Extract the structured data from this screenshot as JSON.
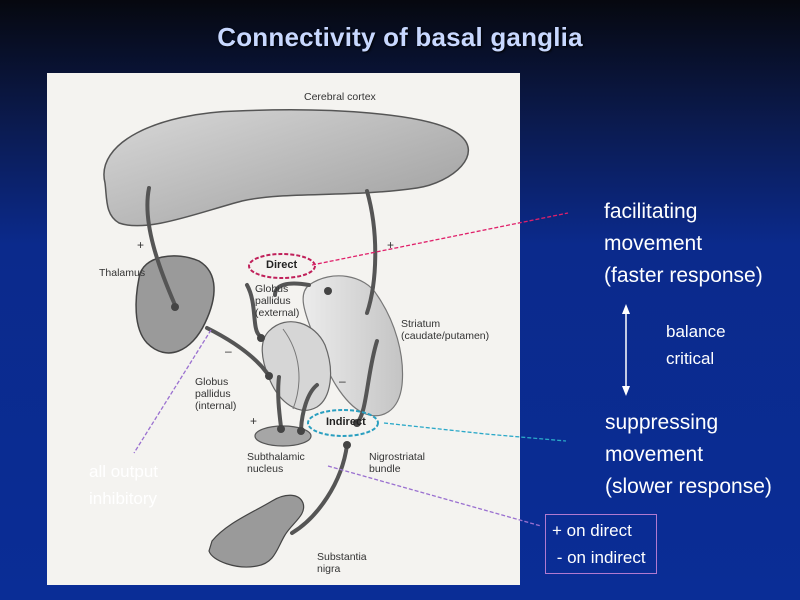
{
  "title": "Connectivity of basal ganglia",
  "figure": {
    "labels": {
      "cerebral_cortex": "Cerebral cortex",
      "thalamus": "Thalamus",
      "globus_pallidus_external": [
        "Globus",
        "pallidus",
        "(external)"
      ],
      "striatum": [
        "Striatum",
        "(caudate/putamen)"
      ],
      "globus_pallidus_internal": [
        "Globus",
        "pallidus",
        "(internal)"
      ],
      "subthalamic_nucleus": [
        "Subthalamic",
        "nucleus"
      ],
      "nigrostriatal_bundle": [
        "Nigrostriatal",
        "bundle"
      ],
      "substantia_nigra": [
        "Substantia",
        "nigra"
      ]
    },
    "signs": {
      "thalamus_plus": "+",
      "cortex_plus": "+",
      "gpi_minus": "–",
      "gpe_minus": "–",
      "stn_plus": "+"
    },
    "direct_label": "Direct",
    "indirect_label": "Indirect"
  },
  "annotations": {
    "facilitating": [
      "facilitating",
      "movement",
      "(faster response)"
    ],
    "balance": [
      "balance",
      "critical"
    ],
    "suppressing": [
      "suppressing",
      "movement",
      "(slower response)"
    ],
    "all_output": [
      "all output",
      "inhibitory"
    ],
    "on_direct": "+ on direct",
    "on_indirect": " - on indirect"
  },
  "colors": {
    "direct_line": "#e0206a",
    "indirect_line": "#2aa8c8",
    "output_line": "#9a70d0",
    "note_line": "#9a70d0",
    "text": "#ffffff",
    "title": "#c8d8ff"
  }
}
